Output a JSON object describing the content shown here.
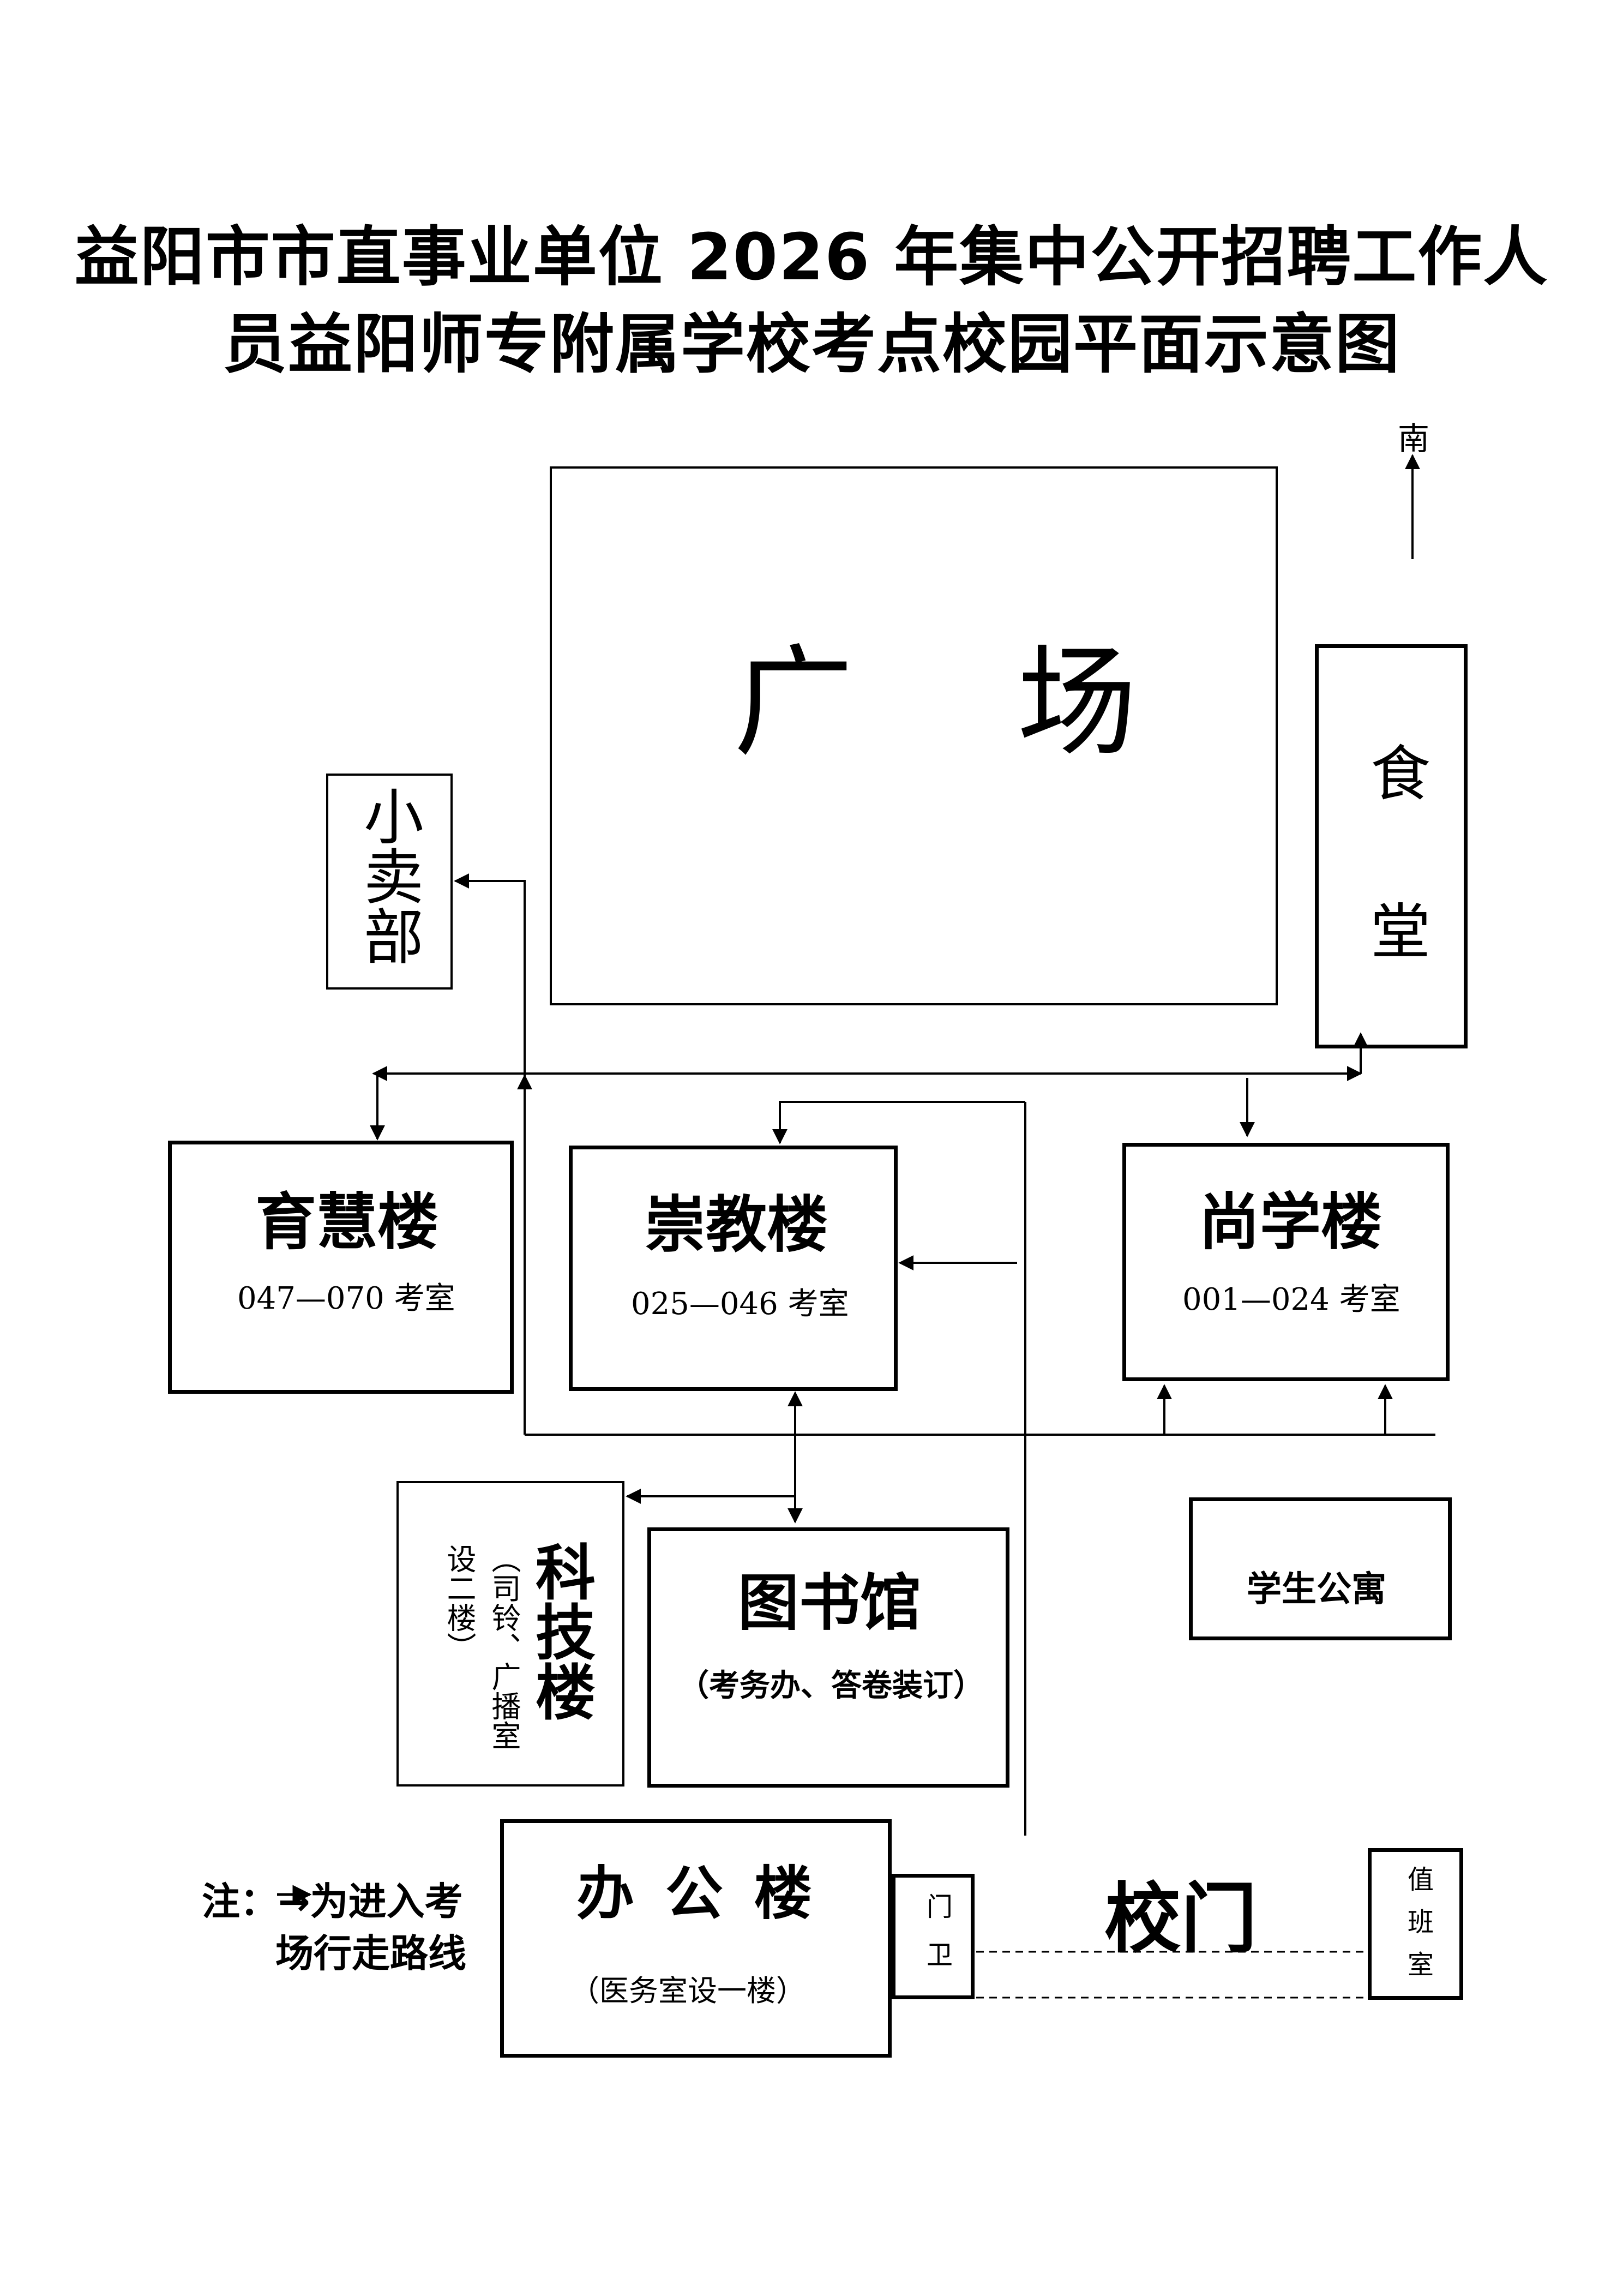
{
  "title": {
    "line1": "益阳市市直事业单位 2026 年集中公开招聘工作人",
    "line2": "员益阳师专附属学校考点校园平面示意图"
  },
  "compass": {
    "label": "南"
  },
  "buildings": {
    "plaza": "广　场",
    "canteen": "食堂",
    "shop": "小卖部",
    "yuhui": {
      "name": "育慧楼",
      "rooms": "047—070 考室"
    },
    "chongjiao": {
      "name": "崇教楼",
      "rooms": "025—046 考室"
    },
    "shangxue": {
      "name": "尚学楼",
      "rooms": "001—024 考室"
    },
    "keji": {
      "name": "科技楼",
      "note": "（司铃、广播室设二楼）"
    },
    "library": {
      "name": "图书馆",
      "note": "（考务办、答卷装订）"
    },
    "dorm": "学生公寓",
    "office": {
      "name": "办 公 楼",
      "note": "（医务室设一楼）"
    },
    "guard": "门卫",
    "gate": "校门",
    "duty": "值班室"
  },
  "legend": {
    "line1": "注：→为进入考",
    "line2": "场行走路线"
  }
}
